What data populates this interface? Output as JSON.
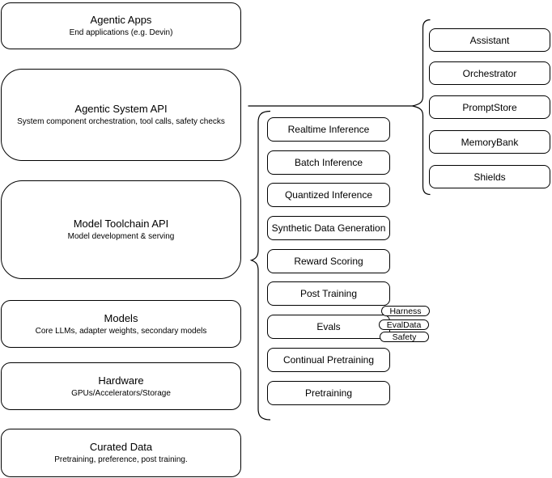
{
  "diagram": {
    "colors": {
      "background": "#ffffff",
      "stroke": "#000000",
      "text": "#000000"
    },
    "left_column": {
      "boxes": [
        {
          "title": "Agentic Apps",
          "subtitle": "End applications (e.g. Devin)"
        },
        {
          "title": "Agentic System API",
          "subtitle": "System component orchestration, tool calls, safety checks"
        },
        {
          "title": "Model Toolchain API",
          "subtitle": "Model development & serving"
        },
        {
          "title": "Models",
          "subtitle": "Core LLMs, adapter weights, secondary models"
        },
        {
          "title": "Hardware",
          "subtitle": "GPUs/Accelerators/Storage"
        },
        {
          "title": "Curated Data",
          "subtitle": "Pretraining, preference, post training."
        }
      ]
    },
    "middle_column": {
      "boxes": [
        {
          "label": "Realtime Inference"
        },
        {
          "label": "Batch Inference"
        },
        {
          "label": "Quantized Inference"
        },
        {
          "label": "Synthetic Data Generation"
        },
        {
          "label": "Reward Scoring"
        },
        {
          "label": "Post Training"
        },
        {
          "label": "Evals"
        },
        {
          "label": "Continual Pretraining"
        },
        {
          "label": "Pretraining"
        }
      ]
    },
    "eval_pills": [
      {
        "label": "Harness"
      },
      {
        "label": "EvalData"
      },
      {
        "label": "Safety"
      }
    ],
    "right_column": {
      "boxes": [
        {
          "label": "Assistant"
        },
        {
          "label": "Orchestrator"
        },
        {
          "label": "PromptStore"
        },
        {
          "label": "MemoryBank"
        },
        {
          "label": "Shields"
        }
      ]
    }
  }
}
